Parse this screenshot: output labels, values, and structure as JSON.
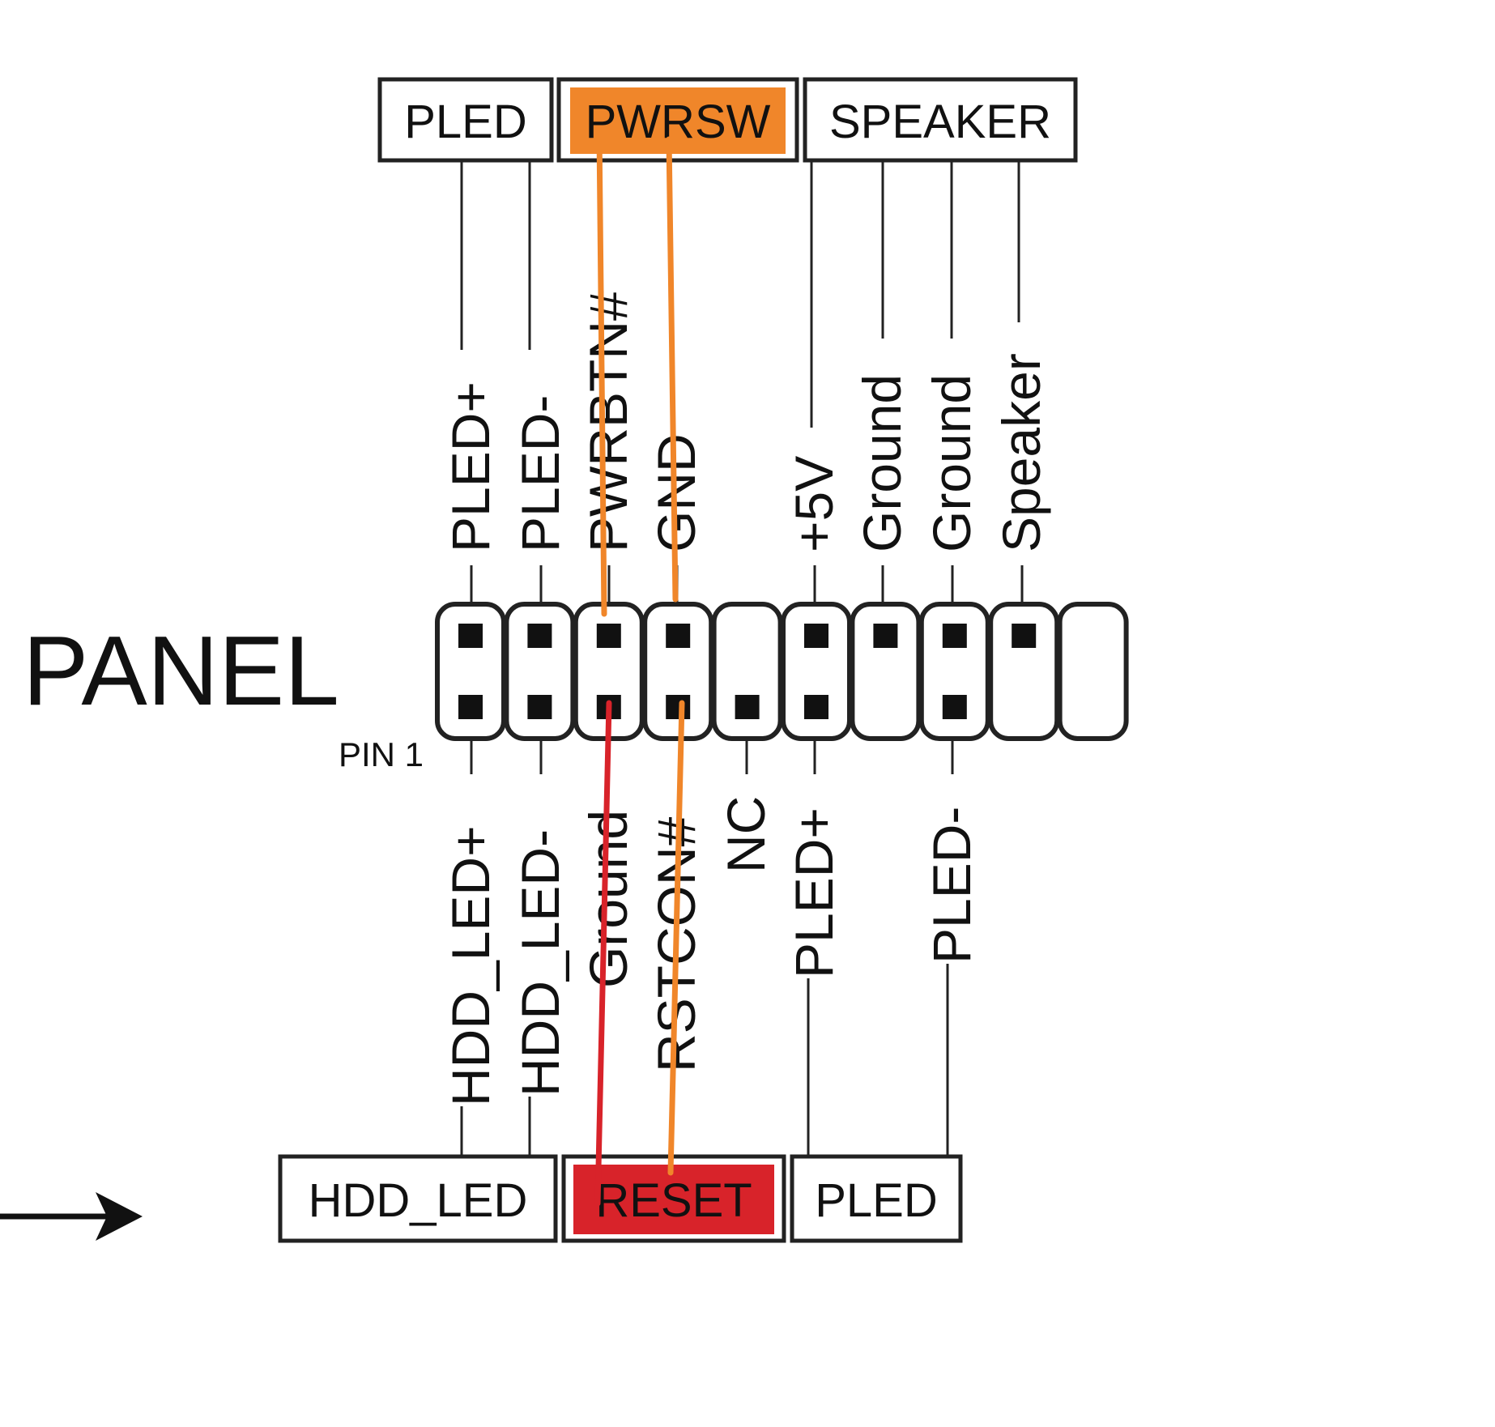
{
  "diagram": {
    "title": "PANEL",
    "pin1_label": "PIN 1",
    "top_groups": [
      "PLED",
      "PWRSW",
      "SPEAKER"
    ],
    "bottom_groups": [
      "HDD_LED",
      "RESET",
      "PLED"
    ],
    "top_pins": [
      "PLED+",
      "PLED-",
      "PWRBTN#",
      "GND",
      "",
      "+5V",
      "Ground",
      "Ground",
      "Speaker",
      ""
    ],
    "bottom_pins": [
      "HDD_LED+",
      "HDD_LED-",
      "Ground",
      "RSTCON#",
      "NC",
      "PLED+",
      "",
      "PLED-",
      "",
      ""
    ],
    "top_pin_present": [
      true,
      true,
      true,
      true,
      false,
      true,
      true,
      true,
      true,
      false
    ],
    "bottom_pin_present": [
      true,
      true,
      true,
      true,
      true,
      true,
      false,
      true,
      false,
      false
    ],
    "highlights": {
      "PWRSW": "#f0862a",
      "RESET": "#d8232a"
    },
    "wire_colors": {
      "pwrsw": "#f0862a",
      "reset_ground": "#d8232a",
      "reset_rstcon": "#f0862a"
    }
  }
}
